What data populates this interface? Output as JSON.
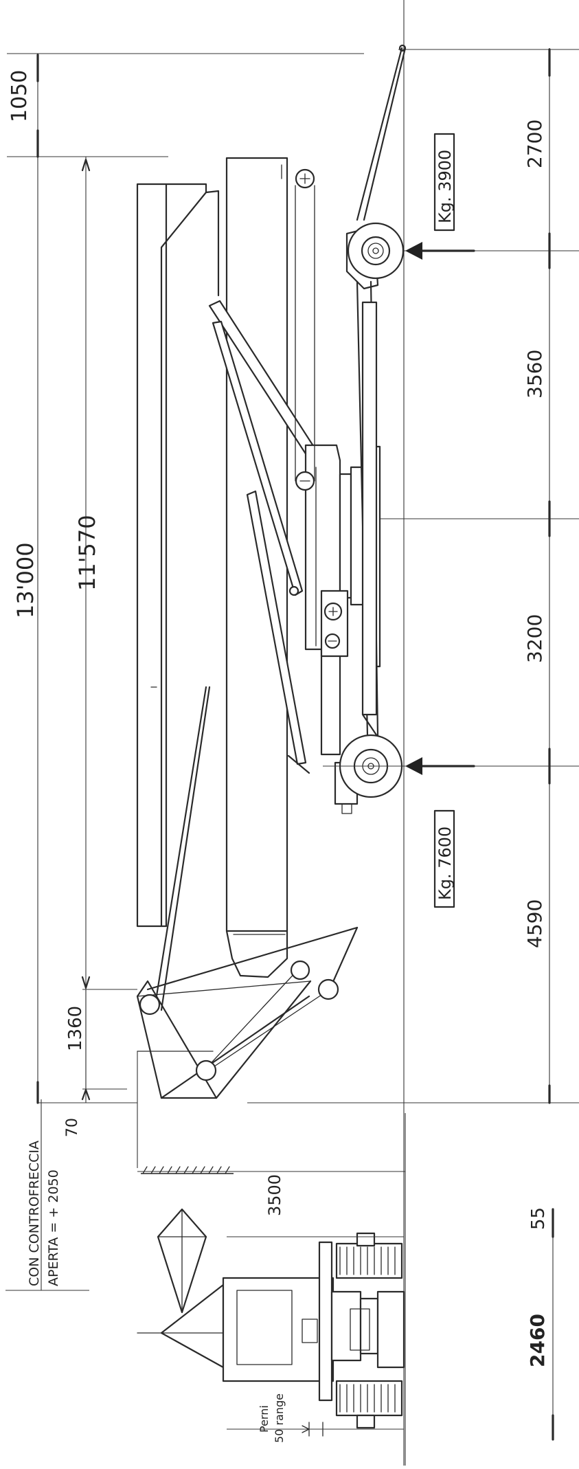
{
  "dimensions": {
    "total_length": "13'000",
    "inner_length": "11'570",
    "top_overhang": "1050",
    "segment_top": "2700",
    "segment_upper_mid": "3560",
    "segment_lower_mid": "3200",
    "segment_bottom": "4590",
    "offset_136": "1360",
    "offset_70": "70",
    "track_width": "3500",
    "front_55": "55",
    "front_width": "2460"
  },
  "weights": {
    "rear_axle": "Kg. 3900",
    "front_axle": "Kg. 7600"
  },
  "notes": {
    "counter_jib_line1": "CON CONTROFRECCIA",
    "counter_jib_line2": "APERTA = + 2050",
    "outrigger_line1": "Perni",
    "outrigger_line2": "50 range"
  }
}
